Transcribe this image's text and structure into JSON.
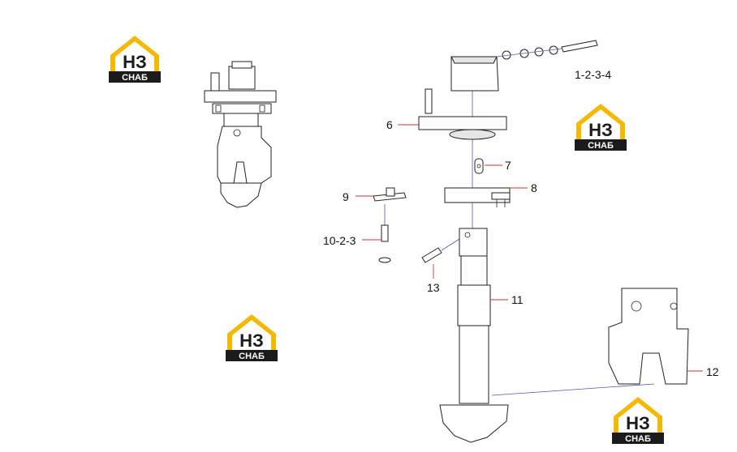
{
  "logo": {
    "letters": "НЗ",
    "sub": "СНАБ",
    "accent": "#f5b800",
    "dark": "#1b1b1b"
  },
  "callouts": {
    "c1234": "1-2-3-4",
    "c6": "6",
    "c7": "7",
    "c8": "8",
    "c9": "9",
    "c1023": "10-2-3",
    "c13": "13",
    "c11": "11",
    "c12": "12"
  },
  "colors": {
    "leader": "#cc3333",
    "assembly_line": "#4a5aa8"
  }
}
